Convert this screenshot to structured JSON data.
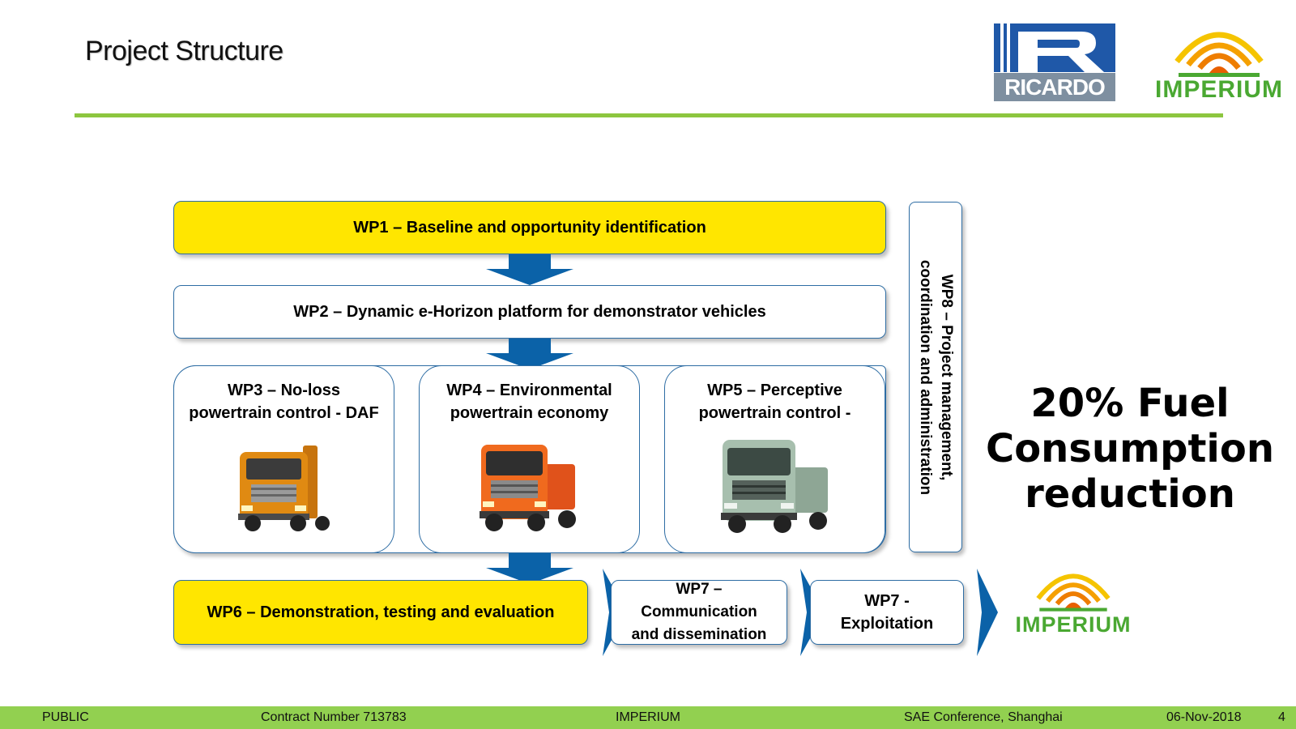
{
  "header": {
    "title": "Project Structure",
    "ricardo_logo_text": "RICARDO",
    "imperium_logo_text": "IMPERIUM"
  },
  "diagram": {
    "wp1": "WP1 – Baseline and opportunity identification",
    "wp2": "WP2 – Dynamic e-Horizon platform for demonstrator vehicles",
    "wp3_line1": "WP3 – No-loss",
    "wp3_line2": "powertrain control - DAF",
    "wp4_line1": "WP4 – Environmental",
    "wp4_line2": "powertrain economy",
    "wp5_line1": "WP5 – Perceptive",
    "wp5_line2": "powertrain control -",
    "wp6": "WP6 – Demonstration, testing and evaluation",
    "wp7a_line1": "WP7 –",
    "wp7a_line2": "Communication",
    "wp7a_line3": "and dissemination",
    "wp7b_line1": "WP7 -",
    "wp7b_line2": "Exploitation",
    "wp8_line1": "WP8 – Project management,",
    "wp8_line2": "coordination and administration",
    "result_logo_text": "IMPERIUM"
  },
  "headline": {
    "line1": "20% Fuel",
    "line2": "Consumption",
    "line3": "reduction"
  },
  "footer": {
    "classification": "PUBLIC",
    "contract": "Contract Number 713783",
    "project": "IMPERIUM",
    "event": "SAE Conference, Shanghai",
    "date": "06-Nov-2018",
    "page": "4"
  },
  "colors": {
    "accent_green": "#8dc63f",
    "footer_green": "#92d050",
    "highlight_yellow": "#ffe600",
    "arrow_blue": "#0b62a8",
    "border_blue": "#2e6da4"
  }
}
